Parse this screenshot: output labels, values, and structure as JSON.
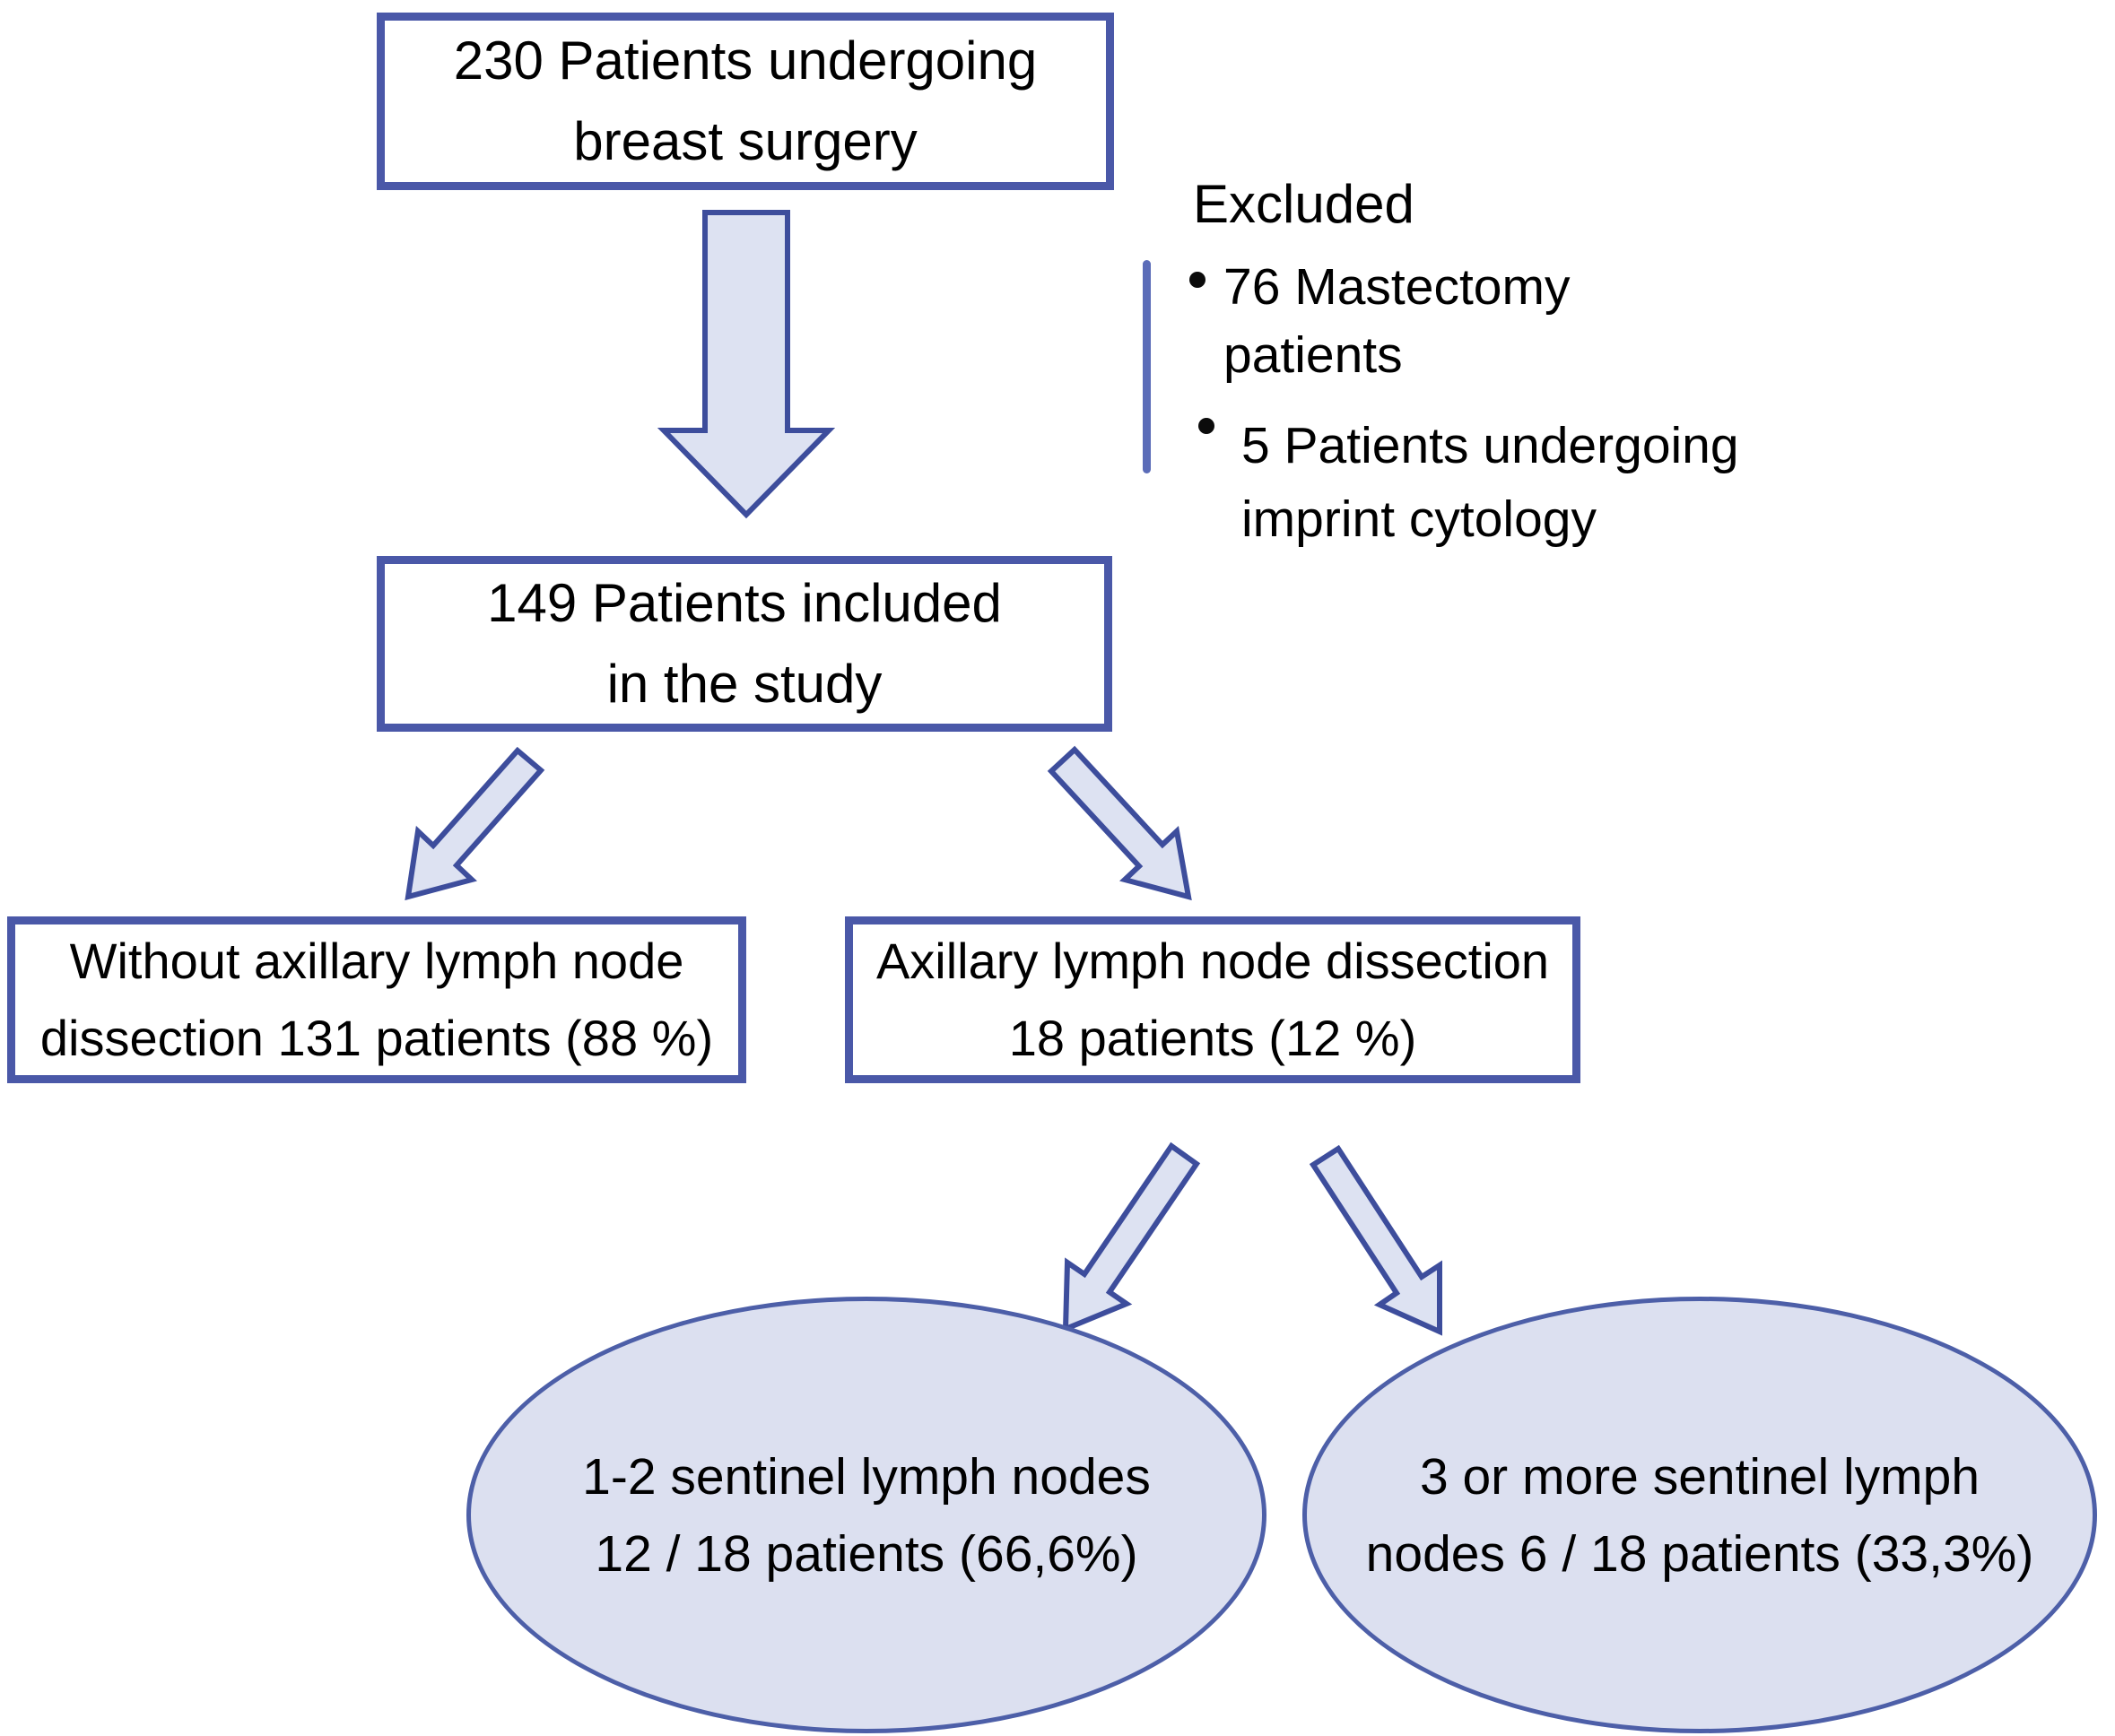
{
  "figure": {
    "type": "flowchart",
    "background": "#ffffff",
    "colors": {
      "box_border": "#4a58a8",
      "arrow_fill": "#dde2f2",
      "arrow_outline": "#3d4d9c",
      "ellipse_fill": "#dce0f0",
      "ellipse_border": "#4d5fa8",
      "bracket_line": "#5b6cb8",
      "text": "#000000"
    },
    "nodes": {
      "total": {
        "line1": "230 Patients undergoing",
        "line2": "breast surgery"
      },
      "included": {
        "line1": "149 Patients included",
        "line2": "in the study"
      },
      "without_alnd": {
        "line1": "Without axillary lymph node",
        "line2": "dissection 131 patients (88 %)"
      },
      "alnd": {
        "line1": "Axillary lymph node dissection",
        "line2": "18 patients (12 %)"
      },
      "sln_1_2": {
        "line1": "1-2 sentinel lymph nodes",
        "line2": "12 / 18 patients (66,6%)"
      },
      "sln_3_more": {
        "line1": "3 or more sentinel lymph",
        "line2": "nodes 6 / 18 patients (33,3%)"
      }
    },
    "excluded": {
      "title": "Excluded",
      "bullet_icon": "filled-circle",
      "items": [
        {
          "line1": "76 Mastectomy",
          "line2": "patients"
        },
        {
          "line1": "5 Patients undergoing",
          "line2": "imprint cytology"
        }
      ]
    }
  }
}
